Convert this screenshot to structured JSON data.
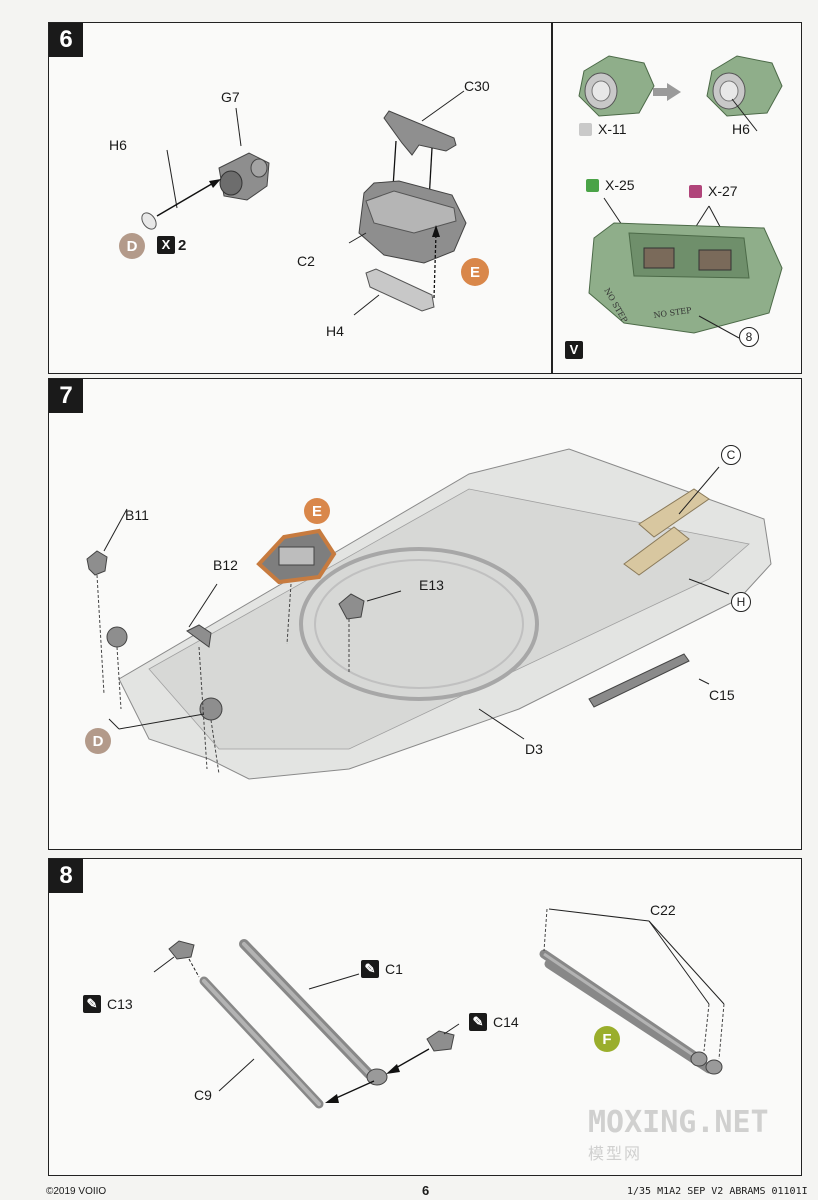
{
  "page": {
    "copyright": "©2019 VOIIO",
    "number": "6",
    "product": "1/35 M1A2 SEP V2 ABRAMS 01101I",
    "watermark_main": "MOXING.NET",
    "watermark_sub": "模型网"
  },
  "step6": {
    "number": "6",
    "left_labels": {
      "g7": "G7",
      "h6": "H6",
      "c30": "C30",
      "c2": "C2",
      "h4": "H4"
    },
    "badge_d": "D",
    "quantity_mark": "X",
    "quantity": "2",
    "badge_e": "E",
    "right_labels": {
      "x11": "X-11",
      "h6": "H6",
      "x25": "X-25",
      "x27": "X-27"
    },
    "decal_text_1": "NO STEP",
    "decal_text_2": "NO STEP",
    "circle_ref": "8",
    "v_mark": "V"
  },
  "step7": {
    "number": "7",
    "labels": {
      "b11": "B11",
      "b12": "B12",
      "e13": "E13",
      "c15": "C15",
      "d3": "D3"
    },
    "badge_e": "E",
    "badge_d": "D",
    "circle_c": "C",
    "circle_h": "H"
  },
  "step8": {
    "number": "8",
    "labels": {
      "c1": "C1",
      "c13": "C13",
      "c14": "C14",
      "c9": "C9",
      "c22": "C22"
    },
    "badge_f": "F"
  },
  "colors": {
    "badge_d": "#b39a8a",
    "badge_e": "#d9874a",
    "badge_f": "#9aae2c",
    "decal_green": "#4aa347",
    "decal_magenta": "#b0447a",
    "model_green": "#8fae8a"
  }
}
